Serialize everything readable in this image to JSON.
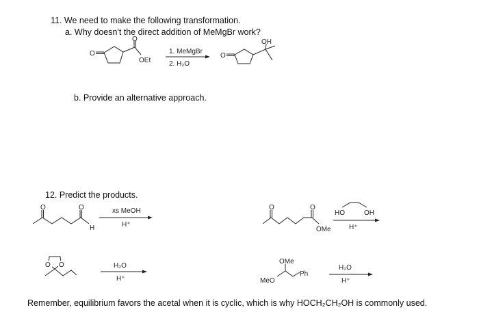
{
  "q11": {
    "title": "11. We need to make the following transformation.",
    "part_a": "a.  Why doesn't the direct addition of MeMgBr work?",
    "part_b": "b.  Provide an alternative approach.",
    "reaction": {
      "reactant_labels": {
        "ketone_o": "O",
        "ester_o": "O",
        "oet": "OEt"
      },
      "reagent_1": "1. MeMgBr",
      "reagent_2": "2. H₂O",
      "product_labels": {
        "ketone_o": "O",
        "oh": "OH"
      }
    }
  },
  "q12": {
    "title": "12. Predict the products.",
    "r1": {
      "o1": "O",
      "o2": "O",
      "h": "H",
      "reagent_top": "xs MeOH",
      "reagent_bottom": "H⁺"
    },
    "r2": {
      "o1": "O",
      "o2": "O",
      "ome": "OMe",
      "ho": "HO",
      "oh": "OH",
      "reagent_bottom": "H⁺"
    },
    "r3": {
      "o1": "O",
      "o2": "O",
      "reagent_top": "H₂O",
      "reagent_bottom": "H⁺"
    },
    "r4": {
      "ome": "OMe",
      "meo": "MeO",
      "ph": "Ph",
      "reagent_top": "H₂O",
      "reagent_bottom": "H⁺"
    }
  },
  "footer": "Remember, equilibrium favors the acetal when it is cyclic, which is why HOCH₂CH₂OH is commonly used."
}
